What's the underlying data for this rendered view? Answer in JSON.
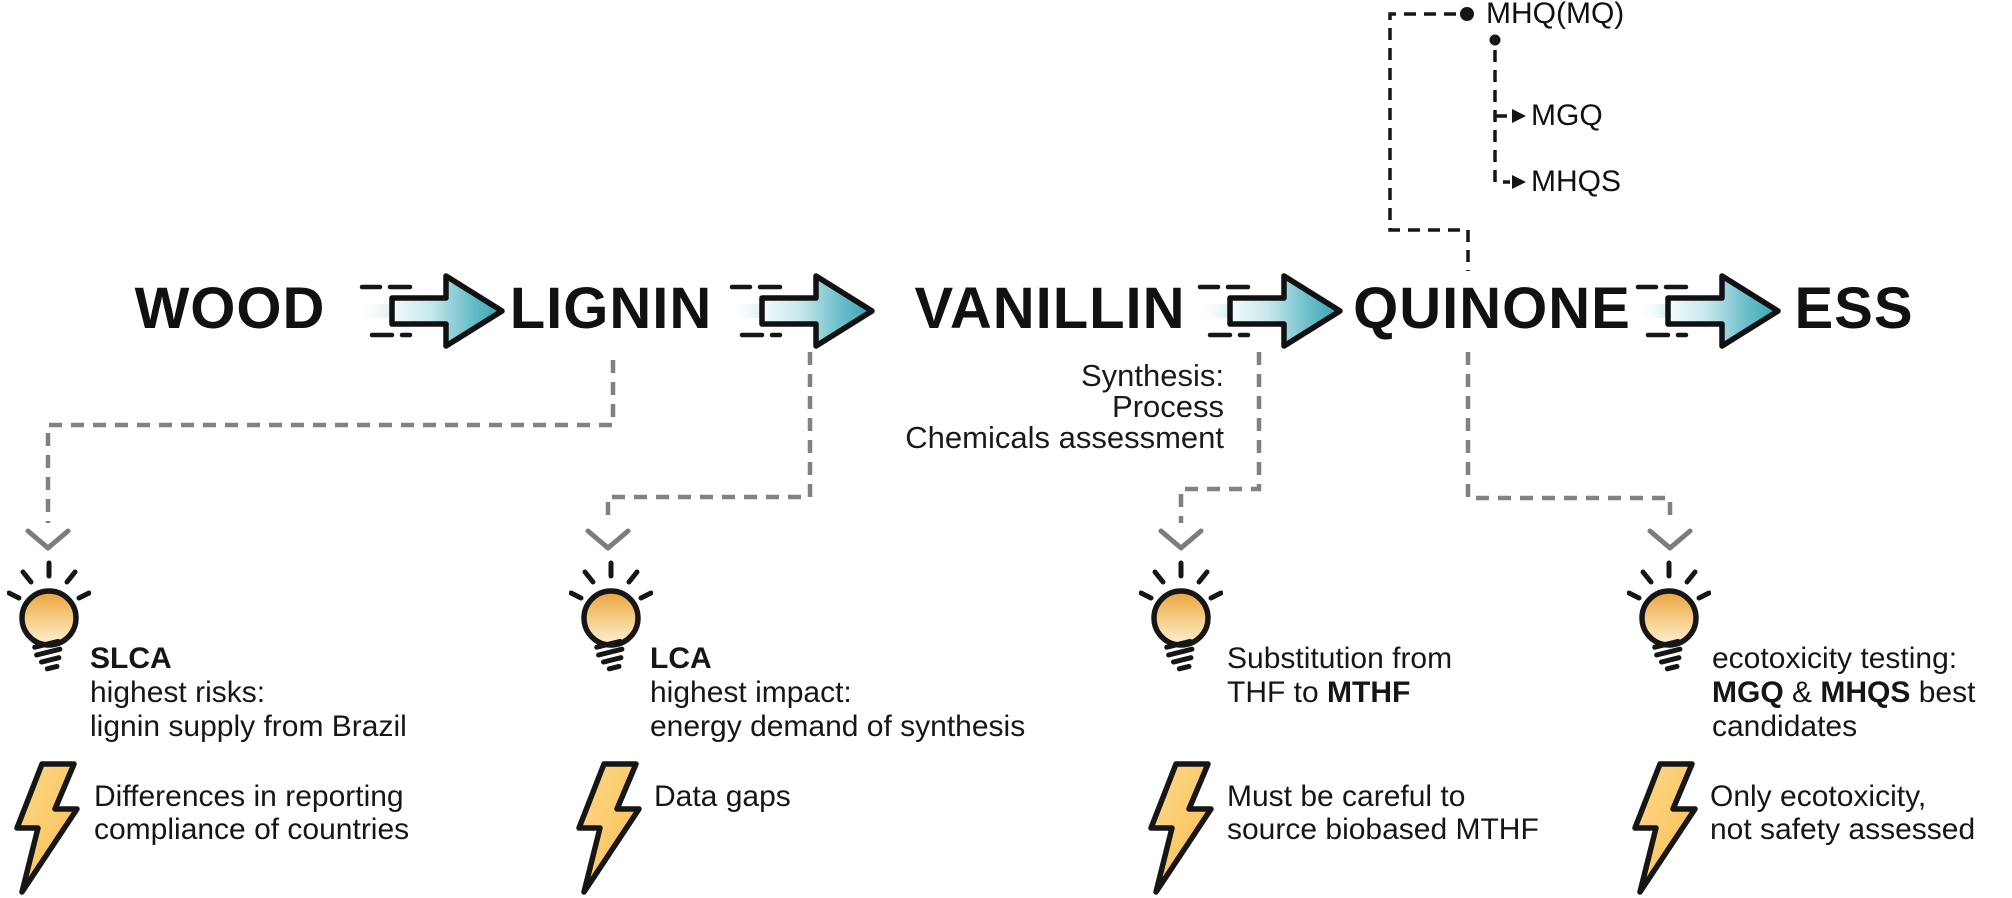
{
  "diagram": {
    "steps": [
      "WOOD",
      "LIGNIN",
      "VANILLIN",
      "QUINONE",
      "ESS"
    ],
    "synthesis_note": "Synthesis:\nProcess\nChemicals assessment",
    "derivatives": {
      "root": "MHQ(MQ)",
      "children": [
        "MGQ",
        "MHQS"
      ]
    },
    "sections": [
      {
        "idea_lines": [
          [
            {
              "t": "SLCA",
              "b": true
            }
          ],
          [
            {
              "t": "highest risks:"
            }
          ],
          [
            {
              "t": "lignin supply from Brazil"
            }
          ]
        ],
        "risk_lines": [
          [
            {
              "t": "Differences in reporting"
            }
          ],
          [
            {
              "t": "compliance of countries"
            }
          ]
        ]
      },
      {
        "idea_lines": [
          [
            {
              "t": "LCA",
              "b": true
            }
          ],
          [
            {
              "t": "highest impact:"
            }
          ],
          [
            {
              "t": "energy demand of synthesis"
            }
          ]
        ],
        "risk_lines": [
          [
            {
              "t": "Data gaps"
            }
          ]
        ]
      },
      {
        "idea_lines": [
          [
            {
              "t": "Substitution from"
            }
          ],
          [
            {
              "t": "THF to "
            },
            {
              "t": "MTHF",
              "b": true
            }
          ]
        ],
        "risk_lines": [
          [
            {
              "t": "Must be careful to"
            }
          ],
          [
            {
              "t": "source biobased MTHF"
            }
          ]
        ]
      },
      {
        "idea_lines": [
          [
            {
              "t": "ecotoxicity testing:"
            }
          ],
          [
            {
              "t": "MGQ",
              "b": true
            },
            {
              "t": " & "
            },
            {
              "t": "MHQS",
              "b": true
            },
            {
              "t": " best"
            }
          ],
          [
            {
              "t": "candidates"
            }
          ]
        ],
        "risk_lines": [
          [
            {
              "t": "Only ecotoxicity,"
            }
          ],
          [
            {
              "t": "not safety assessed"
            }
          ]
        ]
      }
    ],
    "icons": {
      "flow_arrow": "fast-forward-arrow-icon",
      "idea": "lightbulb-icon",
      "risk": "lightning-bolt-icon"
    },
    "colors": {
      "arrow_teal": "#39a3b2",
      "bulb_orange": "#e9a23c",
      "bolt_yellow": "#fbc55f",
      "connector_gray": "#828282",
      "ink": "#141414"
    }
  }
}
